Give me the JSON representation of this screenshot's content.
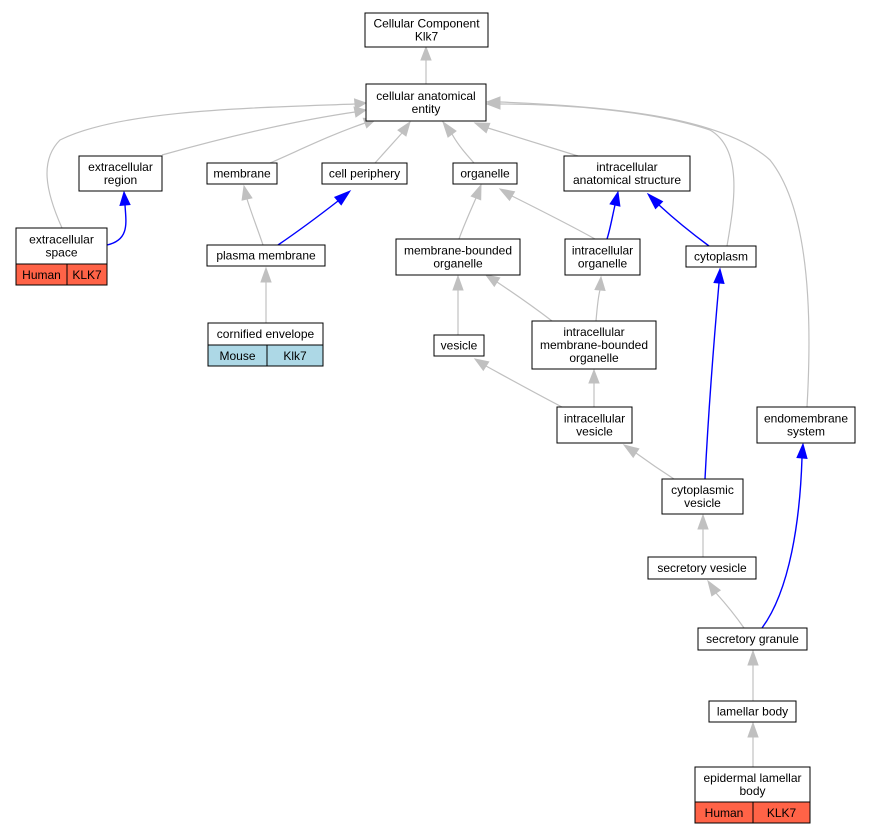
{
  "colors": {
    "is_a_edge": "#c0c0c0",
    "part_of_edge": "#0000ff",
    "node_border": "#000000",
    "node_fill": "#ffffff",
    "human_badge": "#ff6347",
    "mouse_badge": "#add8e6"
  },
  "nodes": {
    "root": {
      "lines": [
        "Cellular Component",
        "Klk7"
      ]
    },
    "cae": {
      "lines": [
        "cellular anatomical",
        "entity"
      ]
    },
    "extracellular_region": {
      "lines": [
        "extracellular",
        "region"
      ]
    },
    "extracellular_space": {
      "lines": [
        "extracellular",
        "space"
      ],
      "badge": {
        "species": "Human",
        "gene": "KLK7"
      }
    },
    "membrane": {
      "lines": [
        "membrane"
      ]
    },
    "cell_periphery": {
      "lines": [
        "cell periphery"
      ]
    },
    "plasma_membrane": {
      "lines": [
        "plasma membrane"
      ]
    },
    "cornified_envelope": {
      "lines": [
        "cornified envelope"
      ],
      "badge": {
        "species": "Mouse",
        "gene": "Klk7"
      }
    },
    "organelle": {
      "lines": [
        "organelle"
      ]
    },
    "membrane_bounded_organelle": {
      "lines": [
        "membrane-bounded",
        "organelle"
      ]
    },
    "intracellular_anatomical_structure": {
      "lines": [
        "intracellular",
        "anatomical structure"
      ]
    },
    "intracellular_organelle": {
      "lines": [
        "intracellular",
        "organelle"
      ]
    },
    "cytoplasm": {
      "lines": [
        "cytoplasm"
      ]
    },
    "vesicle": {
      "lines": [
        "vesicle"
      ]
    },
    "intracellular_mbo": {
      "lines": [
        "intracellular",
        "membrane-bounded",
        "organelle"
      ]
    },
    "intracellular_vesicle": {
      "lines": [
        "intracellular",
        "vesicle"
      ]
    },
    "endomembrane_system": {
      "lines": [
        "endomembrane",
        "system"
      ]
    },
    "cytoplasmic_vesicle": {
      "lines": [
        "cytoplasmic",
        "vesicle"
      ]
    },
    "secretory_vesicle": {
      "lines": [
        "secretory vesicle"
      ]
    },
    "secretory_granule": {
      "lines": [
        "secretory granule"
      ]
    },
    "lamellar_body": {
      "lines": [
        "lamellar body"
      ]
    },
    "epidermal_lamellar_body": {
      "lines": [
        "epidermal lamellar",
        "body"
      ],
      "badge": {
        "species": "Human",
        "gene": "KLK7"
      }
    }
  },
  "edges": [
    {
      "from": "cae",
      "to": "root",
      "type": "is_a"
    },
    {
      "from": "extracellular_region",
      "to": "cae",
      "type": "is_a"
    },
    {
      "from": "extracellular_space",
      "to": "cae",
      "type": "is_a"
    },
    {
      "from": "extracellular_space",
      "to": "extracellular_region",
      "type": "part_of"
    },
    {
      "from": "membrane",
      "to": "cae",
      "type": "is_a"
    },
    {
      "from": "cell_periphery",
      "to": "cae",
      "type": "is_a"
    },
    {
      "from": "organelle",
      "to": "cae",
      "type": "is_a"
    },
    {
      "from": "intracellular_anatomical_structure",
      "to": "cae",
      "type": "is_a"
    },
    {
      "from": "cytoplasm",
      "to": "cae",
      "type": "is_a"
    },
    {
      "from": "endomembrane_system",
      "to": "cae",
      "type": "is_a"
    },
    {
      "from": "plasma_membrane",
      "to": "membrane",
      "type": "is_a"
    },
    {
      "from": "plasma_membrane",
      "to": "cell_periphery",
      "type": "part_of"
    },
    {
      "from": "cornified_envelope",
      "to": "plasma_membrane",
      "type": "is_a"
    },
    {
      "from": "membrane_bounded_organelle",
      "to": "organelle",
      "type": "is_a"
    },
    {
      "from": "intracellular_organelle",
      "to": "organelle",
      "type": "is_a"
    },
    {
      "from": "intracellular_organelle",
      "to": "intracellular_anatomical_structure",
      "type": "part_of"
    },
    {
      "from": "cytoplasm",
      "to": "intracellular_anatomical_structure",
      "type": "part_of"
    },
    {
      "from": "vesicle",
      "to": "membrane_bounded_organelle",
      "type": "is_a"
    },
    {
      "from": "intracellular_mbo",
      "to": "membrane_bounded_organelle",
      "type": "is_a"
    },
    {
      "from": "intracellular_mbo",
      "to": "intracellular_organelle",
      "type": "is_a"
    },
    {
      "from": "intracellular_vesicle",
      "to": "vesicle",
      "type": "is_a"
    },
    {
      "from": "intracellular_vesicle",
      "to": "intracellular_mbo",
      "type": "is_a"
    },
    {
      "from": "cytoplasmic_vesicle",
      "to": "intracellular_vesicle",
      "type": "is_a"
    },
    {
      "from": "cytoplasmic_vesicle",
      "to": "cytoplasm",
      "type": "part_of"
    },
    {
      "from": "secretory_vesicle",
      "to": "cytoplasmic_vesicle",
      "type": "is_a"
    },
    {
      "from": "secretory_granule",
      "to": "secretory_vesicle",
      "type": "is_a"
    },
    {
      "from": "secretory_granule",
      "to": "endomembrane_system",
      "type": "part_of"
    },
    {
      "from": "lamellar_body",
      "to": "secretory_granule",
      "type": "is_a"
    },
    {
      "from": "epidermal_lamellar_body",
      "to": "lamellar_body",
      "type": "is_a"
    }
  ]
}
